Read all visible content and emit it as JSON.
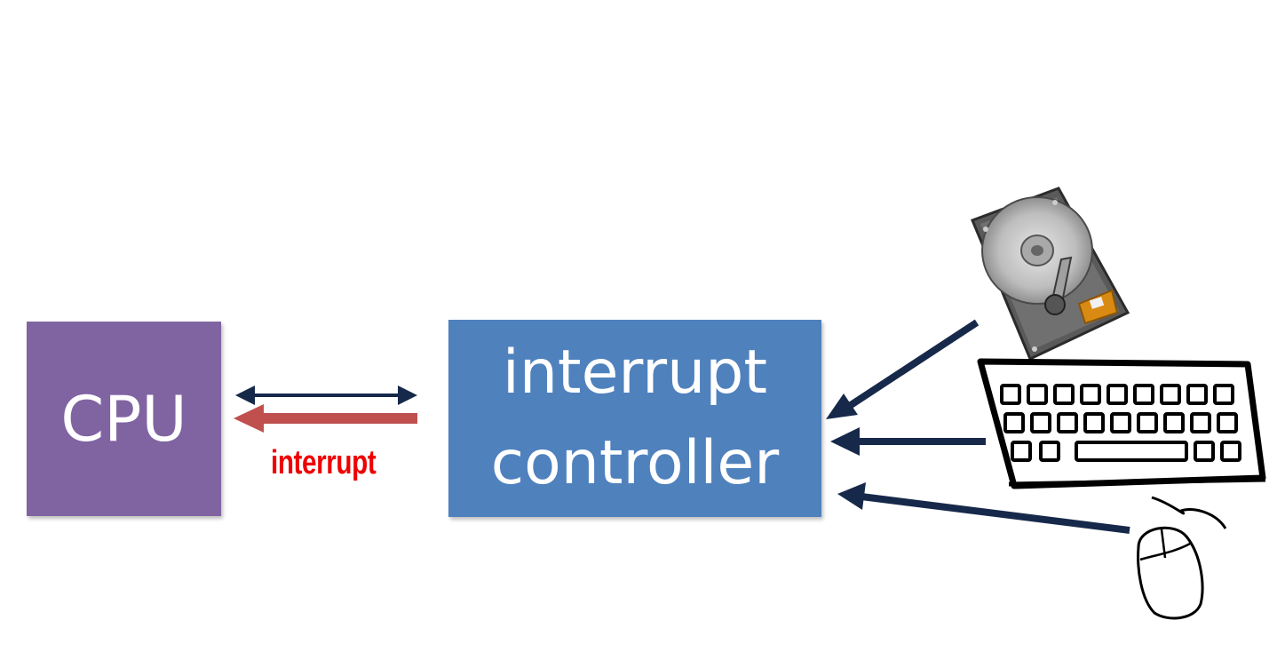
{
  "colors": {
    "cpu": "#8064a2",
    "controller": "#4f81bd",
    "arrow": "#17294a",
    "interrupt_arrow": "#c0504d",
    "interrupt_text": "#ee0000"
  },
  "cpu": {
    "label": "CPU"
  },
  "controller": {
    "line1": "interrupt",
    "line2": "controller"
  },
  "interrupt_signal": {
    "label": "interrupt"
  },
  "devices": [
    {
      "name": "hard disk",
      "icon": "hard-disk-icon"
    },
    {
      "name": "keyboard",
      "icon": "keyboard-icon"
    },
    {
      "name": "mouse",
      "icon": "mouse-icon"
    }
  ]
}
